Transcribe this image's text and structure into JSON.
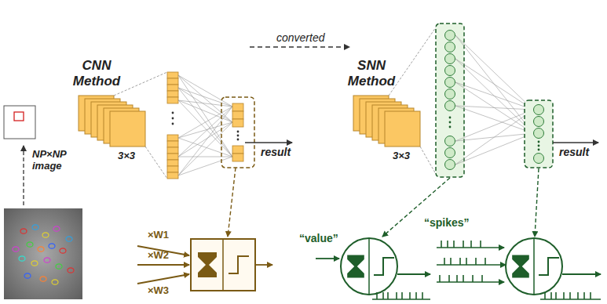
{
  "diagram": {
    "labels": [
      "CNN Method",
      "converted",
      "SNN Method",
      "NP×NP image",
      "3×3",
      "3×3",
      "result",
      "result",
      "×W1",
      "×W2",
      "×W3",
      "“value”",
      "“spikes”"
    ]
  }
}
